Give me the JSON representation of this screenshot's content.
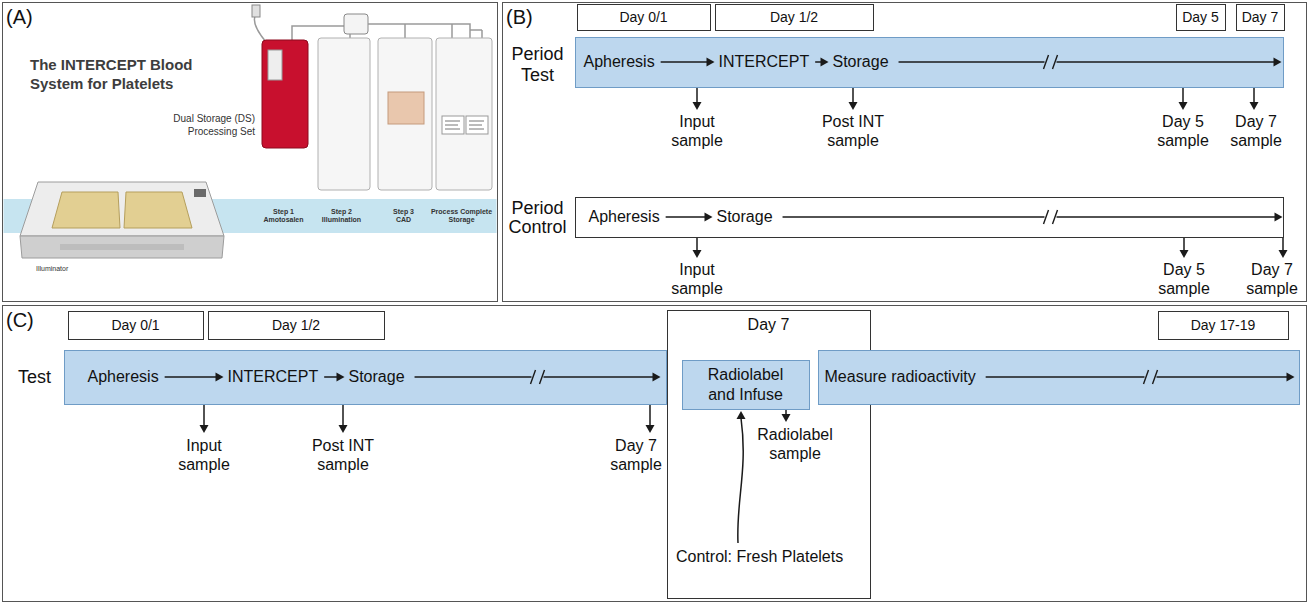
{
  "diagram": {
    "nodes": [
      {
        "text": [
          "(A)"
        ]
      },
      {
        "text": [
          "Step 1 Amotosalen",
          "Step 2 Illumination",
          "Step 3 CAD",
          "Process Complete Storage"
        ],
        "in": 0
      },
      {
        "text": [
          "(B)"
        ]
      },
      {
        "text": [
          "Day 0/1"
        ],
        "in": 2
      },
      {
        "text": [
          "Day 1/2"
        ],
        "in": 2
      },
      {
        "text": [
          "Day 5"
        ],
        "in": 2
      },
      {
        "text": [
          "Day 7"
        ],
        "in": 2
      },
      {
        "text": [
          "Period Test",
          "Apheresis",
          "INTERCEPT",
          "Storage"
        ],
        "in": 2
      },
      {
        "text": [
          "Period Control",
          "Apheresis",
          "Storage"
        ],
        "in": 2
      },
      {
        "text": [
          "(C)"
        ]
      },
      {
        "text": [
          "Day 0/1"
        ],
        "in": 9
      },
      {
        "text": [
          "Day 1/2"
        ],
        "in": 9
      },
      {
        "text": [
          "Day 7"
        ],
        "in": 9
      },
      {
        "text": [
          "Radiolabel and Infuse"
        ],
        "in": 12
      },
      {
        "text": [
          "Day 17-19"
        ],
        "in": 9
      },
      {
        "text": [
          "Test",
          "Apheresis",
          "INTERCEPT",
          "Storage"
        ],
        "in": 9
      },
      {
        "text": [
          "Measure radioactivity"
        ],
        "in": 9
      }
    ],
    "labels": [
      "The INTERCEPT Blood System for Platelets",
      "Dual Storage (DS) Processing Set",
      "Illuminator",
      "Input sample",
      "Post INT sample",
      "Day 5 sample",
      "Day 7 sample",
      "Input sample",
      "Day 5 sample",
      "Day 7 sample",
      "Input sample",
      "Post INT sample",
      "Day 7 sample",
      "Radiolabel sample",
      "Control: Fresh Platelets"
    ]
  }
}
